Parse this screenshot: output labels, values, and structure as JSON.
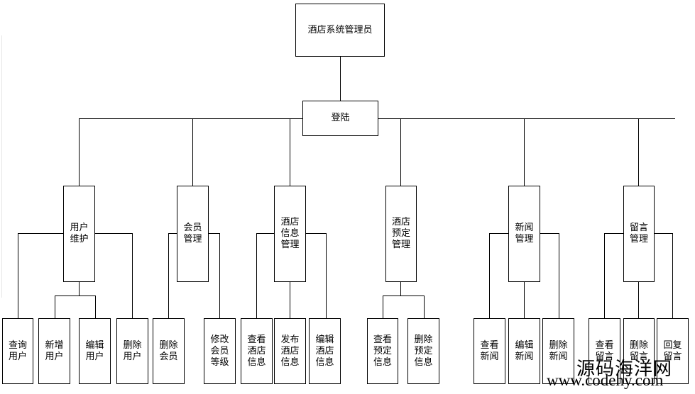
{
  "root": {
    "label": "酒店系统管理员"
  },
  "login": {
    "label": "登陆"
  },
  "modules": [
    {
      "id": "user",
      "label": "用户\n维护",
      "children": [
        "查询\n用户",
        "新增\n用户",
        "编辑\n用户",
        "删除\n用户"
      ]
    },
    {
      "id": "member",
      "label": "会员\n管理",
      "children": [
        "删除\n会员",
        "修改\n会员\n等级"
      ]
    },
    {
      "id": "hotel-info",
      "label": "酒店\n信息\n管理",
      "children": [
        "查看\n酒店\n信息",
        "发布\n酒店\n信息",
        "编辑\n酒店\n信息"
      ]
    },
    {
      "id": "booking",
      "label": "酒店\n预定\n管理",
      "children": [
        "查看\n预定\n信息",
        "删除\n预定\n信息"
      ]
    },
    {
      "id": "news",
      "label": "新闻\n管理",
      "children": [
        "查看\n新闻",
        "编辑\n新闻",
        "删除\n新闻"
      ]
    },
    {
      "id": "message",
      "label": "留言\n管理",
      "children": [
        "查看\n留言",
        "删除\n留言",
        "回复\n留言"
      ]
    }
  ],
  "watermark": {
    "line1": "源码海洋网",
    "line2": "www.codehy.com"
  }
}
